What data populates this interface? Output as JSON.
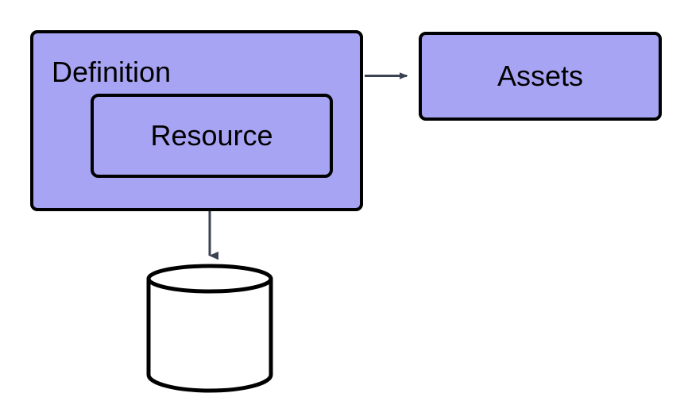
{
  "diagram": {
    "title": "Definition resource to assets and storage diagram",
    "background_color": "#ffffff",
    "nodes": [
      {
        "id": "definition",
        "label": "Definition",
        "shape": "rounded-rectangle",
        "fill_color": "#a8a4f4",
        "stroke_color": "#000000",
        "label_align": "top-left"
      },
      {
        "id": "resource",
        "label": "Resource",
        "shape": "rounded-rectangle",
        "fill_color": "#a8a4f4",
        "stroke_color": "#000000",
        "label_align": "center",
        "parent": "definition"
      },
      {
        "id": "assets",
        "label": "Assets",
        "shape": "rounded-rectangle",
        "fill_color": "#a8a4f4",
        "stroke_color": "#000000",
        "label_align": "center"
      },
      {
        "id": "datastore",
        "label": "",
        "shape": "cylinder",
        "fill_color": "#ffffff",
        "stroke_color": "#000000",
        "label_align": "center"
      }
    ],
    "edges": [
      {
        "id": "definition-to-assets",
        "from": "definition",
        "to": "assets",
        "label": "",
        "direction": "right",
        "color": "#3b4252"
      },
      {
        "id": "resource-to-datastore",
        "from": "resource",
        "to": "datastore",
        "label": "",
        "direction": "down",
        "color": "#3b4252"
      }
    ]
  }
}
